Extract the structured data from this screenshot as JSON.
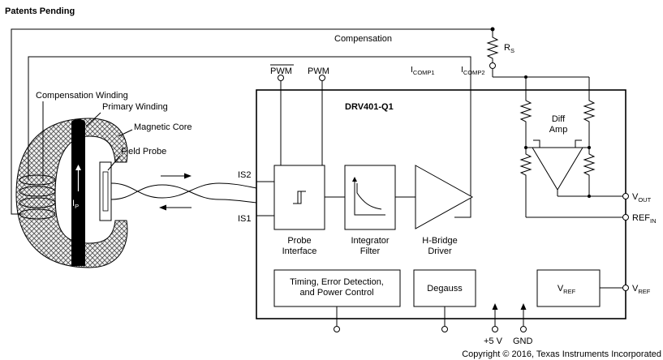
{
  "header": {
    "patents": "Patents Pending"
  },
  "signals": {
    "compensation": "Compensation",
    "rs_main": "R",
    "rs_sub": "S",
    "pwm_bar": "PWM",
    "pwm": "PWM",
    "icomp1_main": "I",
    "icomp1_sub": "COMP1",
    "icomp2_main": "I",
    "icomp2_sub": "COMP2",
    "is2": "IS2",
    "is1": "IS1",
    "ip_main": "I",
    "ip_sub": "P",
    "supply": "+5 V",
    "gnd": "GND"
  },
  "sensor": {
    "compensation_winding": "Compensation Winding",
    "primary_winding": "Primary Winding",
    "magnetic_core": "Magnetic Core",
    "field_probe": "Field Probe"
  },
  "chip": {
    "name": "DRV401-Q1",
    "probe_interface": [
      "Probe",
      "Interface"
    ],
    "integrator_filter": [
      "Integrator",
      "Filter"
    ],
    "hbridge_driver": [
      "H-Bridge",
      "Driver"
    ],
    "diff_amp": [
      "Diff",
      "Amp"
    ],
    "timing": [
      "Timing, Error Detection,",
      "and Power Control"
    ],
    "degauss": "Degauss",
    "vref_block_main": "V",
    "vref_block_sub": "REF"
  },
  "outputs": {
    "vout_main": "V",
    "vout_sub": "OUT",
    "refin_main": "REF",
    "refin_sub": "IN",
    "vref_main": "V",
    "vref_sub": "REF"
  },
  "footer": {
    "copyright": "Copyright © 2016, Texas Instruments Incorporated"
  }
}
